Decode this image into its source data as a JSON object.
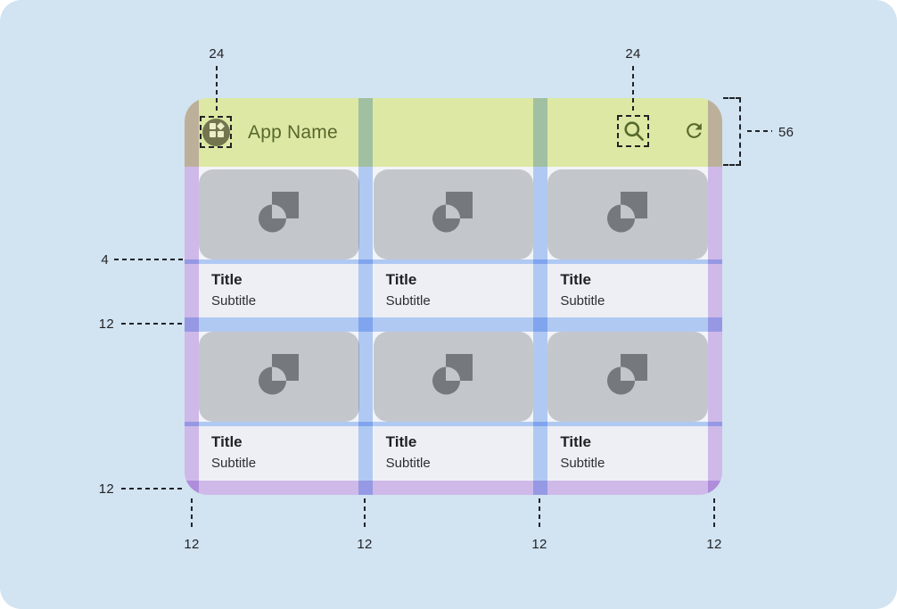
{
  "app": {
    "name": "App Name"
  },
  "cards": [
    {
      "title": "Title",
      "subtitle": "Subtitle"
    },
    {
      "title": "Title",
      "subtitle": "Subtitle"
    },
    {
      "title": "Title",
      "subtitle": "Subtitle"
    },
    {
      "title": "Title",
      "subtitle": "Subtitle"
    },
    {
      "title": "Title",
      "subtitle": "Subtitle"
    },
    {
      "title": "Title",
      "subtitle": "Subtitle"
    }
  ],
  "annotations": {
    "appbar_icon_size_left": "24",
    "appbar_icon_size_right": "24",
    "appbar_height": "56",
    "image_text_gap": "4",
    "row_gutter": "12",
    "bottom_margin": "12",
    "column_marks": [
      "12",
      "12",
      "12",
      "12"
    ]
  },
  "icons": {
    "app_logo": "dashboard-grid-icon",
    "search": "search-icon",
    "refresh": "refresh-icon",
    "card_placeholder": "image-placeholder-icon"
  },
  "colors": {
    "canvas_bg": "#d2e3f1",
    "appbar_bg": "#dde8a4",
    "appbar_fg": "#57682c",
    "app_icon_circle": "#73754e",
    "card_image_bg": "#c3c7cc",
    "card_image_glyph": "#75797e",
    "card_text_bg": "#edeff4",
    "margin_overlay": "#d9c2f0",
    "gutter_overlay": "#bad2fa",
    "annotation": "#212326"
  }
}
